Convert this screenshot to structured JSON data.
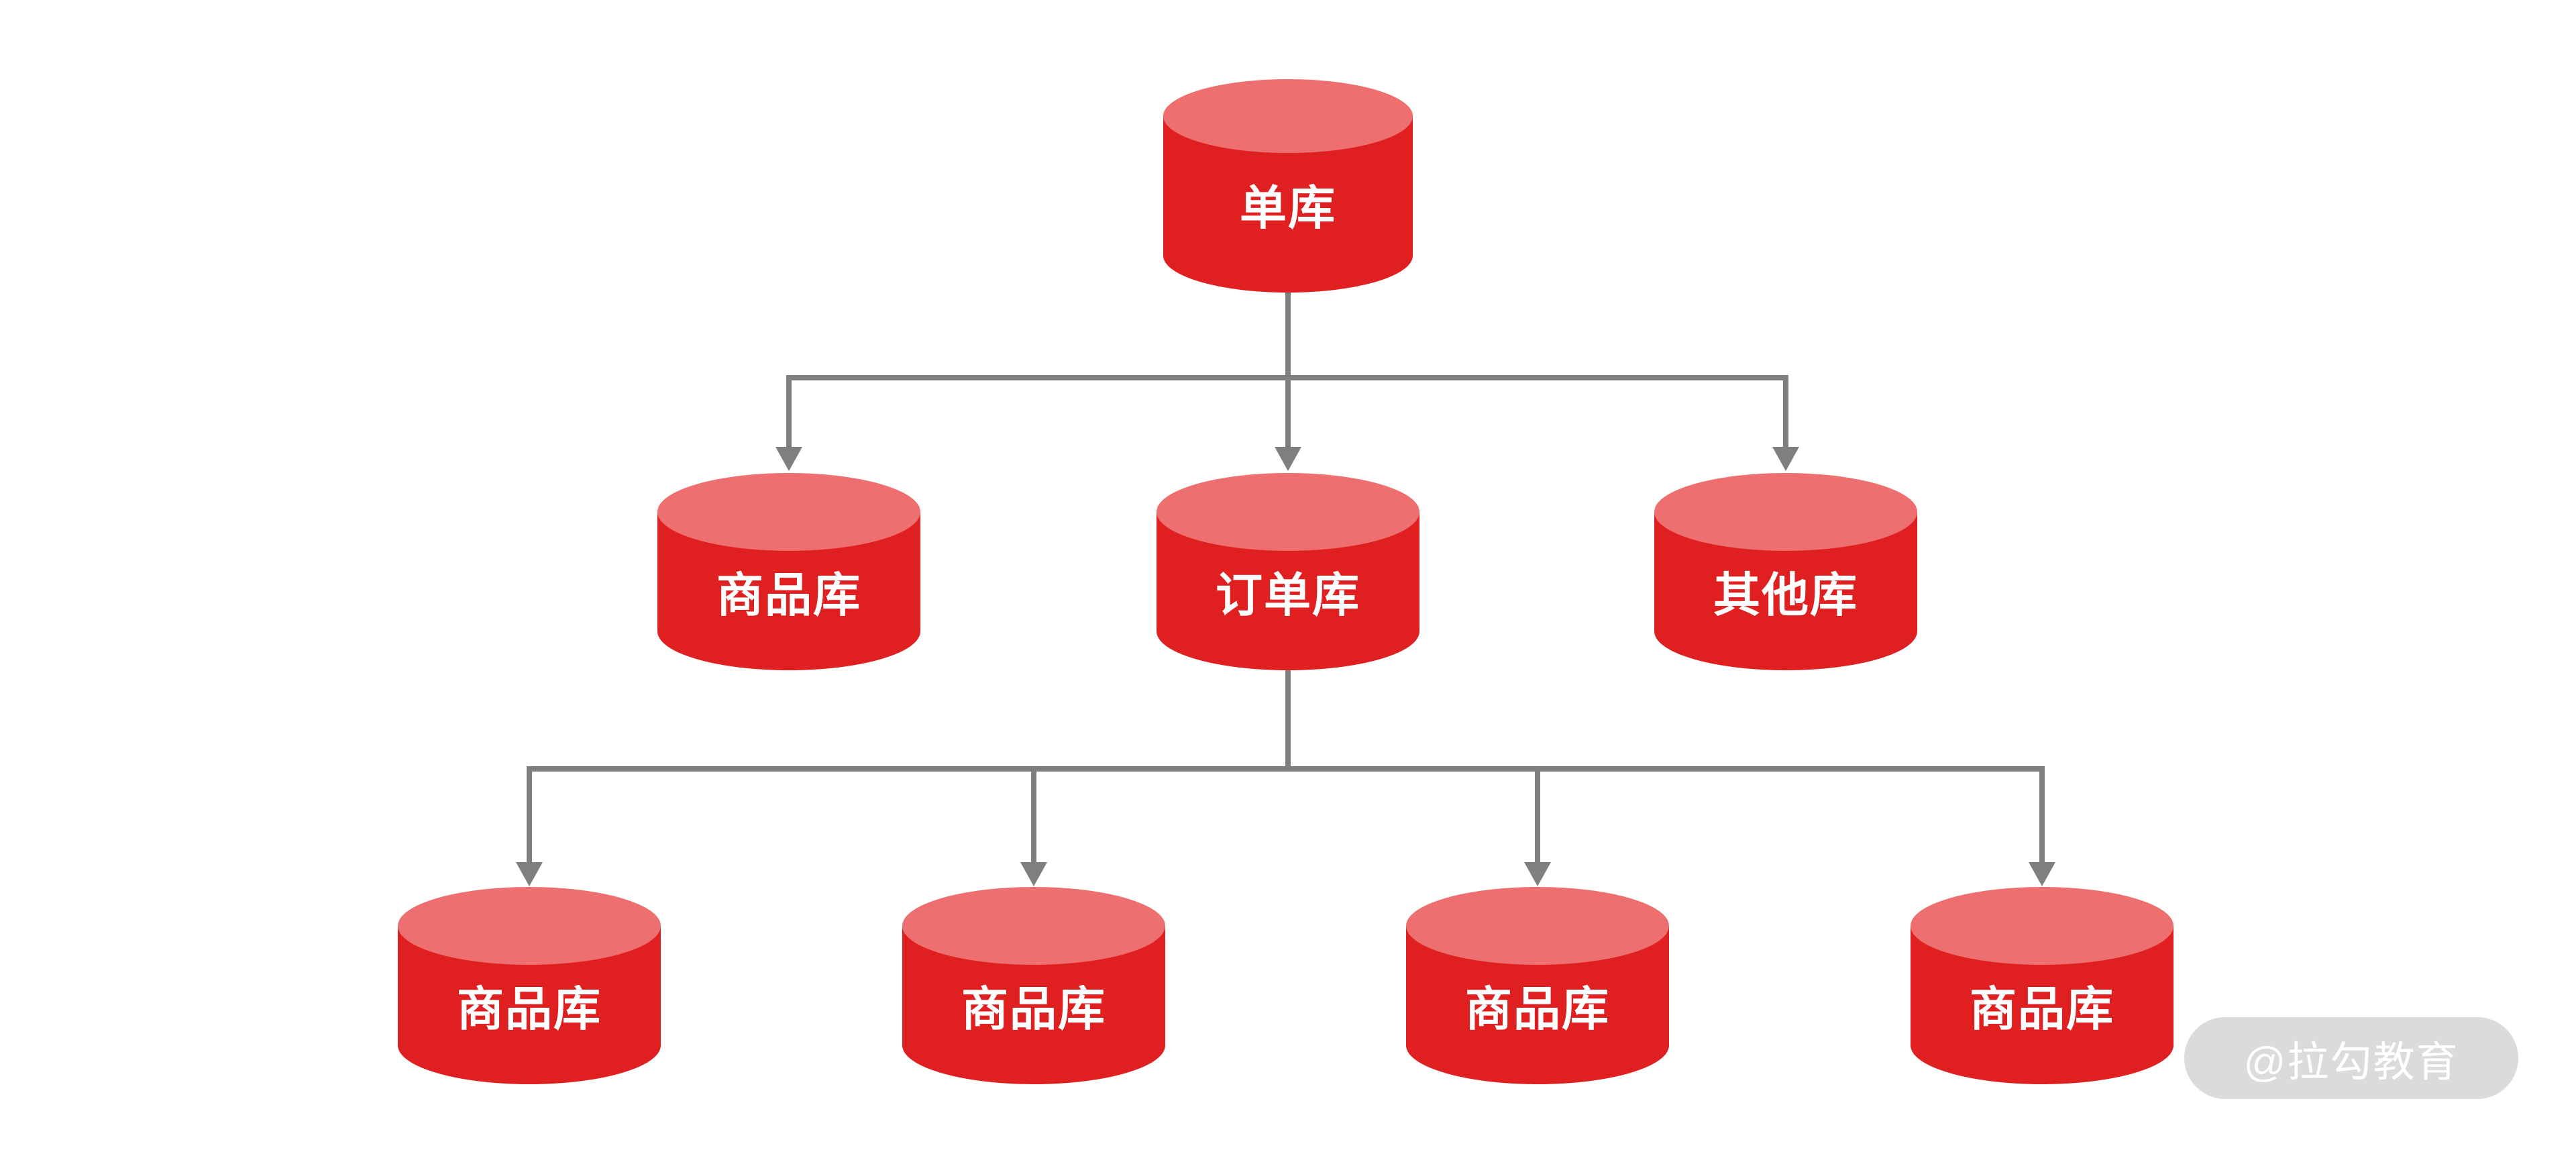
{
  "colors": {
    "background": "#ffffff",
    "cylinder_body": "#e02020",
    "cylinder_top": "#ee6f6f",
    "connector": "#7f7f7f",
    "label_text": "#ffffff",
    "watermark_bg": "#d8d8d8",
    "watermark_text": "#ffffff"
  },
  "nodes": {
    "root": {
      "label": "单库"
    },
    "level2": [
      {
        "label": "商品库"
      },
      {
        "label": "订单库"
      },
      {
        "label": "其他库"
      }
    ],
    "level3": [
      {
        "label": "商品库"
      },
      {
        "label": "商品库"
      },
      {
        "label": "商品库"
      },
      {
        "label": "商品库"
      }
    ]
  },
  "watermark": {
    "text": "@拉勾教育"
  }
}
